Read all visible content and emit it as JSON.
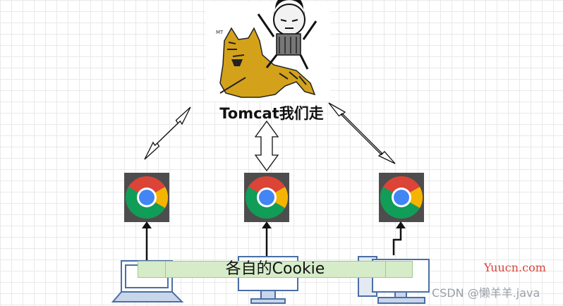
{
  "server": {
    "title": "Tomcat我们走",
    "image_label": "MT",
    "image_icon": "cat-rider-meme-icon"
  },
  "browsers": [
    {
      "name": "chrome-left",
      "icon": "chrome-icon"
    },
    {
      "name": "chrome-center",
      "icon": "chrome-icon"
    },
    {
      "name": "chrome-right",
      "icon": "chrome-icon"
    }
  ],
  "clients": [
    {
      "name": "laptop",
      "icon": "laptop-icon"
    },
    {
      "name": "desktop-monitor",
      "icon": "monitor-icon"
    },
    {
      "name": "desktop-pc",
      "icon": "desktop-computer-icon"
    }
  ],
  "banner": {
    "label": "各自的Cookie"
  },
  "watermarks": {
    "site": "Yuucn.com",
    "csdn": "CSDN @懒羊羊.java"
  },
  "colors": {
    "chrome_red": "#db4437",
    "chrome_green": "#0f9d58",
    "chrome_yellow": "#f4b400",
    "chrome_blue": "#4285f4",
    "device_blue": "#4a6fa5",
    "banner_green": "#d6ecc9",
    "watermark_red": "#d9413a"
  }
}
